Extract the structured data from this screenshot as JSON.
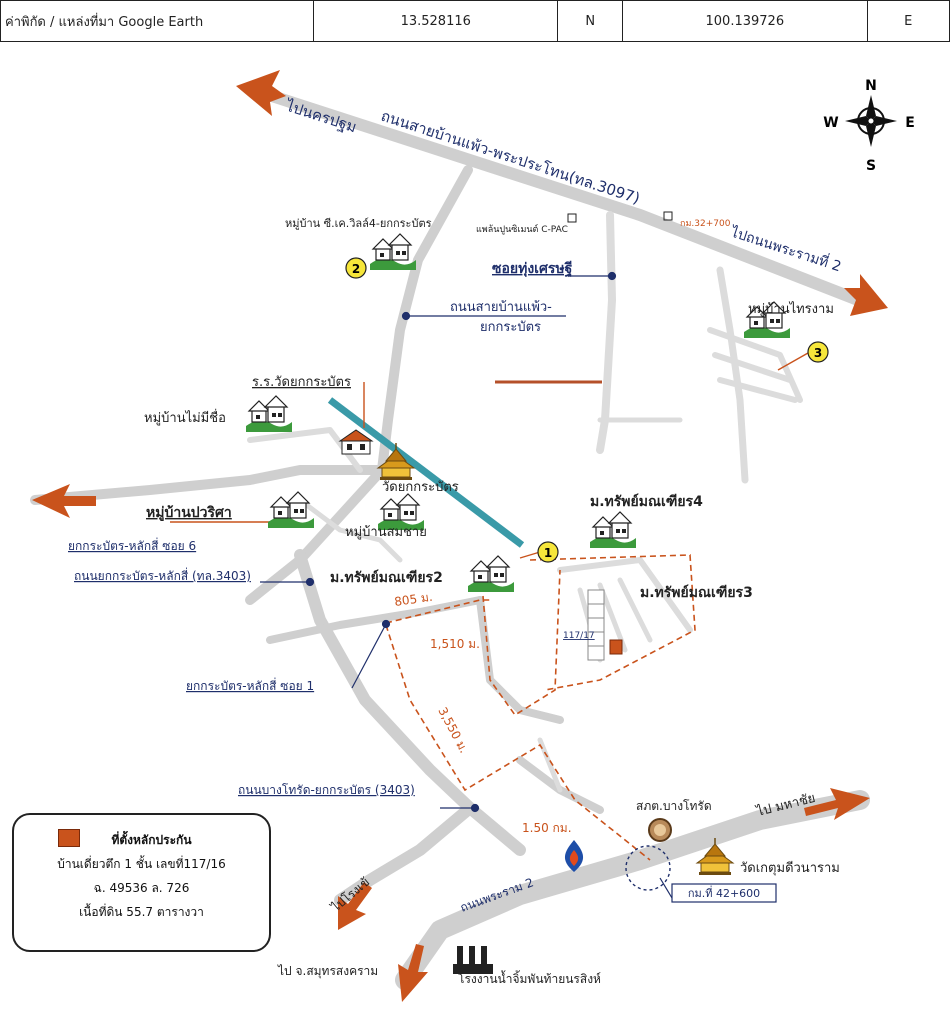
{
  "coords": {
    "label": "ค่าพิกัด / แหล่งที่มา Google Earth",
    "lat": "13.528116",
    "lat_dir": "N",
    "lon": "100.139726",
    "lon_dir": "E"
  },
  "compass": {
    "n": "N",
    "s": "S",
    "e": "E",
    "w": "W"
  },
  "map": {
    "to_nakhonpathom": "ไปนครปฐม",
    "road_3097": "ถนนสายบ้านแพ้ว-พระประโทน(ทล.3097)",
    "km_32": "กม.32+700",
    "to_rama2": "ไปถนนพระรามที่ 2",
    "cpac": "แพล้นปูนซิเมนต์ C-PAC",
    "village_sk": "หมู่บ้าน ซี.เค.วิลล์4-ยกกระบัตร",
    "soi_thung": "ซอยทุ่งเศรษฐี",
    "road_banphaeo_1": "ถนนสายบ้านแพ้ว-",
    "road_banphaeo_2": "ยกกระบัตร",
    "village_saingam": "หมู่บ้านไทรงาม",
    "school": "ร.ร.วัดยกกระบัตร",
    "village_maimichue": "หมู่บ้านไม่มีชื่อ",
    "wat_yokkrabat": "วัดยกกระบัตร",
    "village_parisa": "หมู่บ้านปวริศา",
    "soi6": "ยกกระบัตร-หลักสี่ ซอย 6",
    "village_somchai": "หมู่บ้านสมชาย",
    "sap4": "ม.ทรัพย์มณเฑียร4",
    "road_3403": "ถนนยกกระบัตร-หลักสี่ (ทล.3403)",
    "sap2": "ม.ทรัพย์มณเฑียร2",
    "sap3": "ม.ทรัพย์มณเฑียร3",
    "dist_805": "805 ม.",
    "dist_1510": "1,510 ม.",
    "plot_no": "117/17",
    "soi1": "ยกกระบัตร-หลักสี่ ซอย 1",
    "dist_3550": "3,550 ม.",
    "road_bangtorat": "ถนนบางโทรัด-ยกกระบัตร (3403)",
    "police": "สภต.บางโทรัด",
    "to_mahachai": "ไป มหาชัย",
    "dist_150": "1.50 กม.",
    "wat_kathum": "วัดเกตุมดีวนาราม",
    "km_42": "กม.ที่ 42+600",
    "road_rama2": "ถนนพระราม 2",
    "to_factory": "ไปโรงเข้",
    "to_samutsongkhram": "ไป จ.สมุทรสงคราม",
    "fish_factory": "โรงงานน้ำจิ้มพันท้ายนรสิงห์",
    "marker_1": "1",
    "marker_2": "2",
    "marker_3": "3"
  },
  "legend": {
    "title": "ที่ตั้งหลักประกัน",
    "line1": "บ้านเดี่ยวตึก 1 ชั้น เลขที่117/16",
    "line2": "ฉ. 49536 ล. 726",
    "line3": "เนื้อที่ดิน 55.7 ตารางวา"
  },
  "colors": {
    "arrow": "#c9531c",
    "road_label": "#1f2f6b",
    "marker": "#f6e63a",
    "route": "#c9531c",
    "teal": "#3a9aa8",
    "house_green": "#3c9a3c",
    "property": "#c9531c"
  },
  "icons": [
    "house-icon",
    "temple-icon",
    "school-icon",
    "compass-icon",
    "fuel-icon",
    "factory-icon",
    "police-seal-icon",
    "property-marker-icon"
  ]
}
